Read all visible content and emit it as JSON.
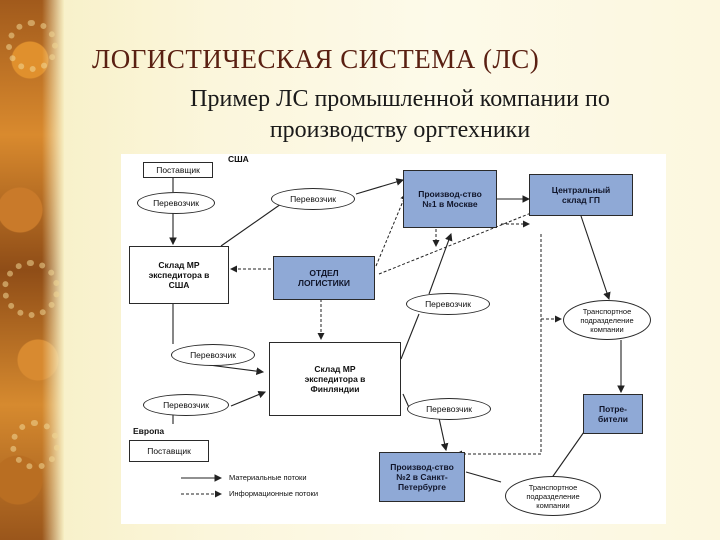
{
  "slide": {
    "title": "ЛОГИСТИЧЕСКАЯ СИСТЕМА (ЛС)",
    "subtitle_line1": "Пример ЛС промышленной компании по",
    "subtitle_line2": "производству оргтехники"
  },
  "diagram": {
    "region_usa": "США",
    "region_europe": "Европа",
    "supplier_usa": "Поставщик",
    "supplier_europe": "Поставщик",
    "warehouse_usa": "Склад МР экспедитора в США",
    "logistics_dept": "ОТДЕЛ ЛОГИСТИКИ",
    "warehouse_finland": "Склад МР экспедитора в Финляндии",
    "production1": "Производ-ство №1 в Москве",
    "production2": "Производ-ство №2 в Санкт-Петербурге",
    "central_warehouse": "Центральный склад ГП",
    "transport_div_1": "Транспортное подразделение компании",
    "transport_div_2": "Транспортное подразделение компании",
    "consumers": "Потре-бители",
    "carrier_1": "Перевозчик",
    "carrier_2": "Перевозчик",
    "carrier_3": "Перевозчик",
    "carrier_4": "Перевозчик",
    "carrier_5": "Перевозчик",
    "carrier_6": "Перевозчик",
    "legend_material": "Материальные потоки",
    "legend_information": "Информационные потоки"
  }
}
